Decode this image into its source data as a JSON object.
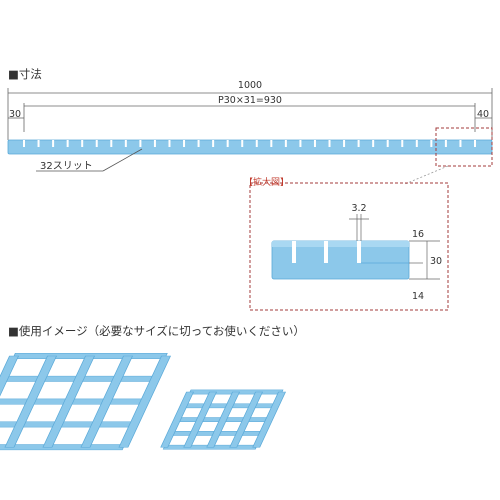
{
  "sections": {
    "dimensions_heading": "■寸法",
    "usage_heading": "■使用イメージ（必要なサイズに切ってお使いください）"
  },
  "diagram": {
    "total_length": "1000",
    "pitch_formula": "P30×31=930",
    "left_margin": "30",
    "right_margin": "40",
    "slit_callout": "32スリット",
    "slit_count": 32,
    "zoom_title": "【拡大図】",
    "slit_width": "3.2",
    "slit_depth": "16",
    "height": "30",
    "thickness": "14"
  },
  "colors": {
    "bar_fill": "#8cc8ea",
    "bar_edge": "#5aa9d8",
    "slit": "#ffffff",
    "dashed_box": "#a33b3b",
    "dimension_line": "#666666",
    "text": "#333333"
  }
}
